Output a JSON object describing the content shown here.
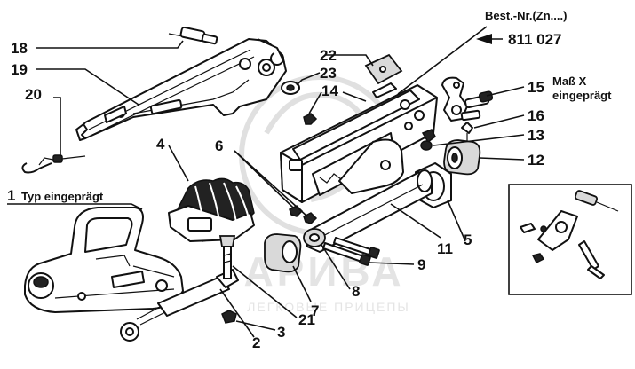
{
  "header": {
    "order_label": "Best.-Nr.(Zn....)",
    "order_number": "811 027"
  },
  "notes": {
    "type_note": "Typ eingeprägt",
    "size_note_line1": "Maß X",
    "size_note_line2": "eingeprägt"
  },
  "callouts": [
    "1",
    "2",
    "3",
    "4",
    "5",
    "6",
    "7",
    "8",
    "9",
    "11",
    "12",
    "13",
    "14",
    "15",
    "16",
    "18",
    "19",
    "20",
    "21",
    "22",
    "23"
  ],
  "watermark": {
    "brand": "АРИВА",
    "tagline": "ЛЕГКОВЫЕ ПРИЦЕПЫ"
  }
}
